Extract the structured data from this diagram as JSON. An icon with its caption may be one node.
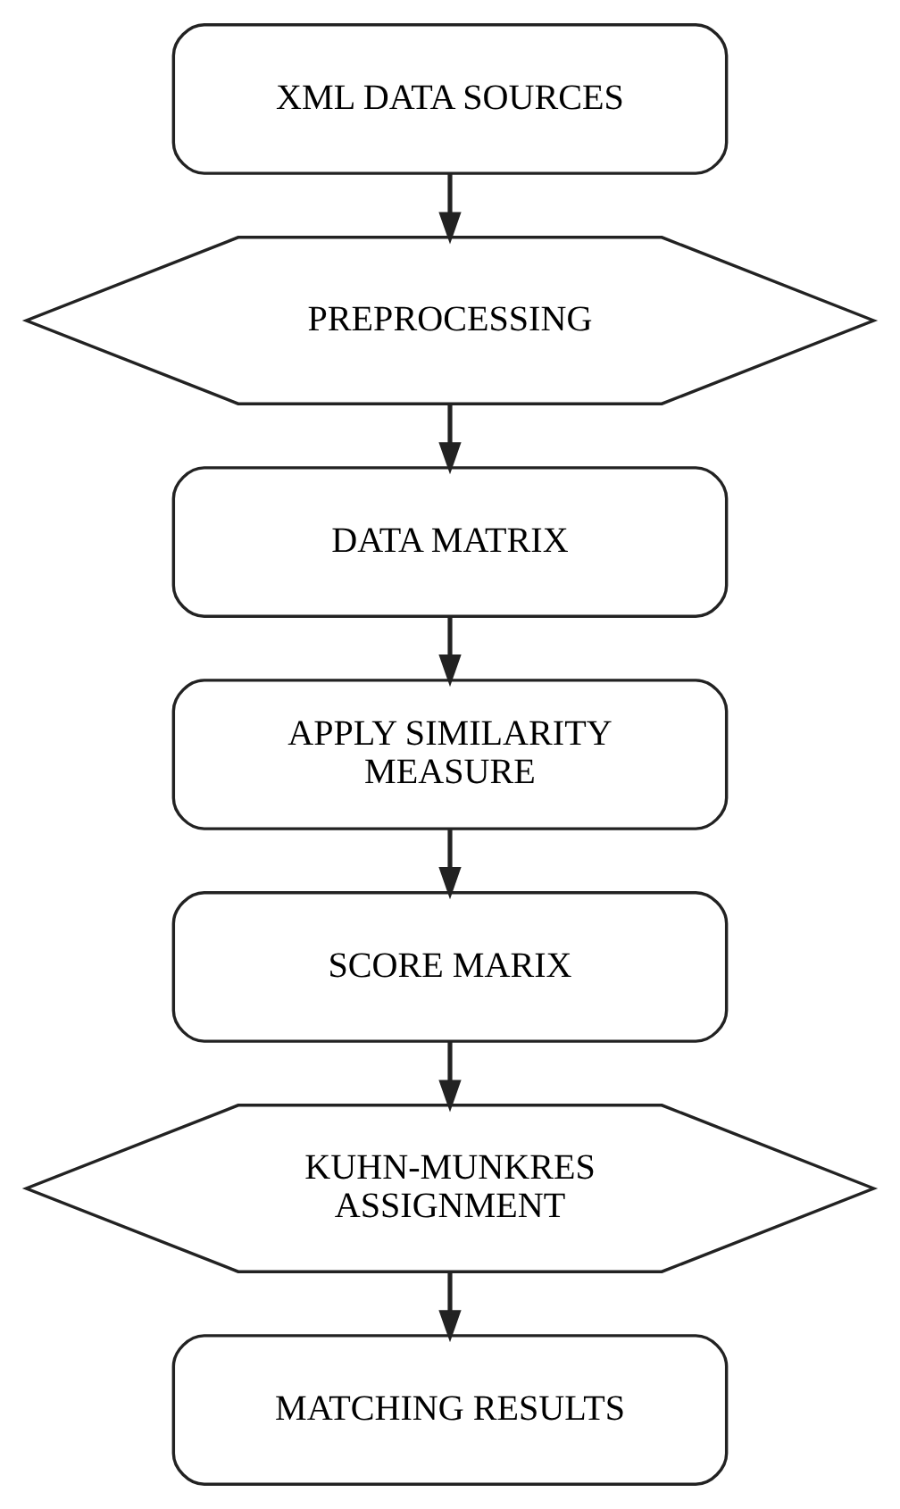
{
  "diagram": {
    "nodes": [
      {
        "text": [
          "XML DATA SOURCES"
        ]
      },
      {
        "text": [
          "PREPROCESSING"
        ]
      },
      {
        "text": [
          "DATA MATRIX"
        ]
      },
      {
        "text": [
          "APPLY SIMILARITY MEASURE"
        ]
      },
      {
        "text": [
          "SCORE MARIX"
        ]
      },
      {
        "text": [
          "KUHN-MUNKRES ASSIGNMENT"
        ]
      },
      {
        "text": [
          "MATCHING RESULTS"
        ]
      }
    ],
    "edges": [
      {
        "from": 0,
        "to": 1,
        "arrow": "to"
      },
      {
        "from": 1,
        "to": 2,
        "arrow": "to"
      },
      {
        "from": 2,
        "to": 3,
        "arrow": "to"
      },
      {
        "from": 3,
        "to": 4,
        "arrow": "to"
      },
      {
        "from": 4,
        "to": 5,
        "arrow": "to"
      },
      {
        "from": 5,
        "to": 6,
        "arrow": "to"
      }
    ]
  }
}
